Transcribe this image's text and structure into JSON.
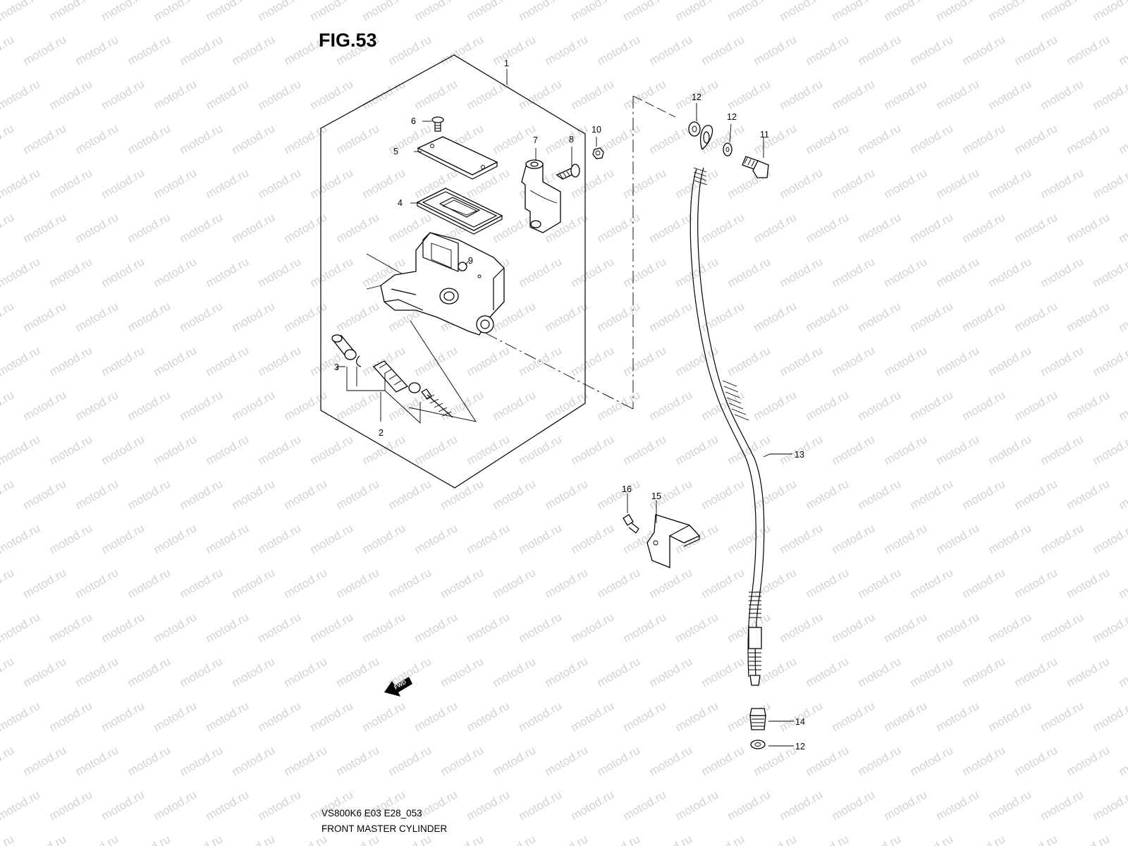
{
  "figure": {
    "title": "FIG.53",
    "code": "VS800K6 E03 E28_053",
    "caption": "FRONT MASTER CYLINDER"
  },
  "watermark": {
    "text": "motod.ru",
    "color": "#d2d2d2"
  },
  "fwd_label": "FWD",
  "callouts": [
    {
      "id": "c1",
      "label": "1"
    },
    {
      "id": "c2",
      "label": "2"
    },
    {
      "id": "c3",
      "label": "3"
    },
    {
      "id": "c4",
      "label": "4"
    },
    {
      "id": "c5",
      "label": "5"
    },
    {
      "id": "c6",
      "label": "6"
    },
    {
      "id": "c7",
      "label": "7"
    },
    {
      "id": "c8",
      "label": "8"
    },
    {
      "id": "c9",
      "label": "9"
    },
    {
      "id": "c10",
      "label": "10"
    },
    {
      "id": "c11",
      "label": "11"
    },
    {
      "id": "c12a",
      "label": "12"
    },
    {
      "id": "c12b",
      "label": "12"
    },
    {
      "id": "c12c",
      "label": "12"
    },
    {
      "id": "c13",
      "label": "13"
    },
    {
      "id": "c14",
      "label": "14"
    },
    {
      "id": "c15",
      "label": "15"
    },
    {
      "id": "c16",
      "label": "16"
    }
  ]
}
